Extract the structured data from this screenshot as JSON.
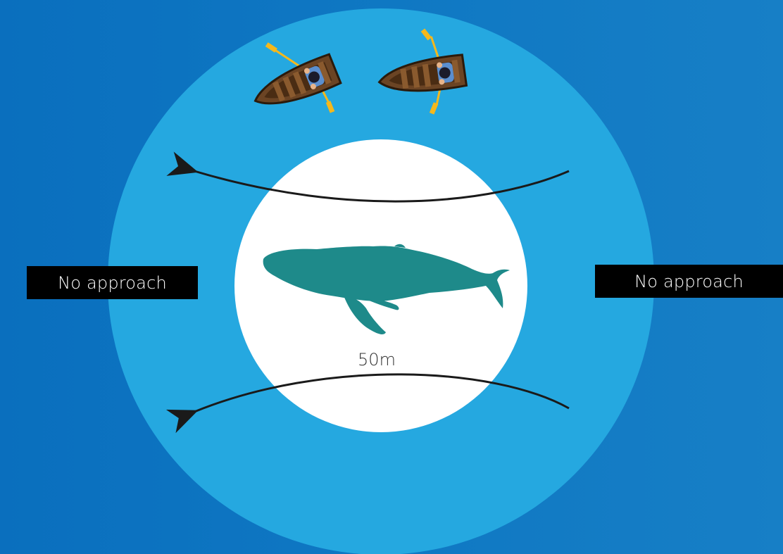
{
  "zones": {
    "left_label": "No approach",
    "right_label": "No approach",
    "distance_label": "50m"
  },
  "colors": {
    "ocean": "#0f78c3",
    "caution_zone": "#25a8e0",
    "no_approach_zone": "#ffffff",
    "whale": "#1e8a8a",
    "label_bg": "#000000",
    "label_text": "#ffffff",
    "boat_hull": "#6b4424",
    "paddle": "#f5b81c",
    "arrow": "#1a1a1a"
  },
  "icons": {
    "whale": "humpback-whale-icon",
    "boats": [
      "rowboat-icon",
      "rowboat-icon"
    ],
    "arrows": [
      "arrow-left-icon",
      "arrow-left-icon"
    ]
  }
}
